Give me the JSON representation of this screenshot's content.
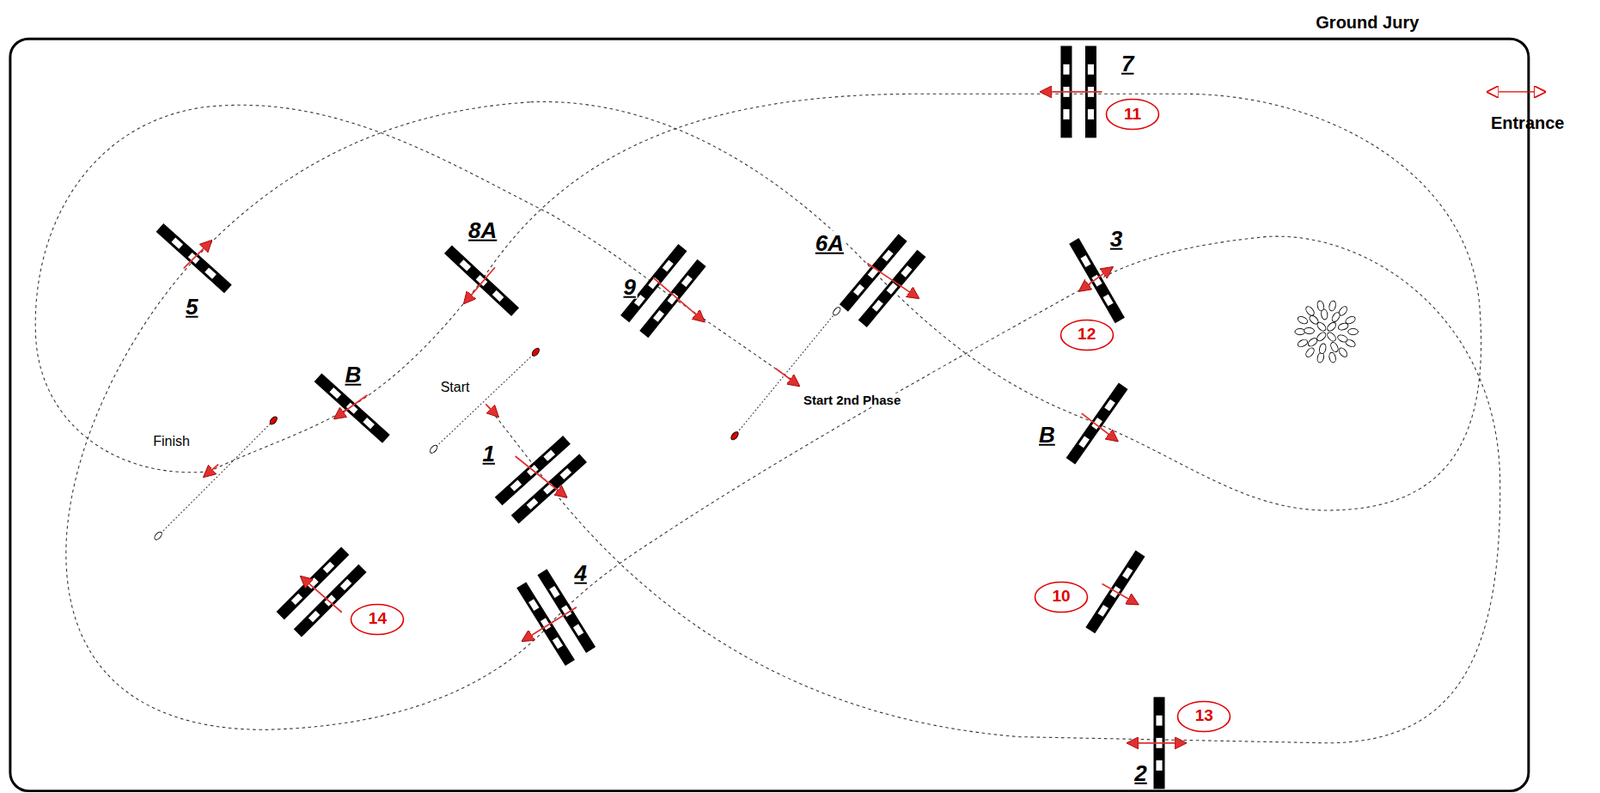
{
  "diagram": {
    "nodes": [
      {
        "text": [
          "11"
        ]
      },
      {
        "text": [
          "12"
        ]
      },
      {
        "text": [
          "14"
        ]
      },
      {
        "text": [
          "10"
        ]
      },
      {
        "text": [
          "13"
        ]
      }
    ],
    "labels": [
      "Ground Jury",
      "Entrance",
      "7",
      "8A",
      "9",
      "6A",
      "3",
      "5",
      "B",
      "Start",
      "Start 2nd Phase",
      "B",
      "Finish",
      "1",
      "4",
      "2"
    ]
  }
}
